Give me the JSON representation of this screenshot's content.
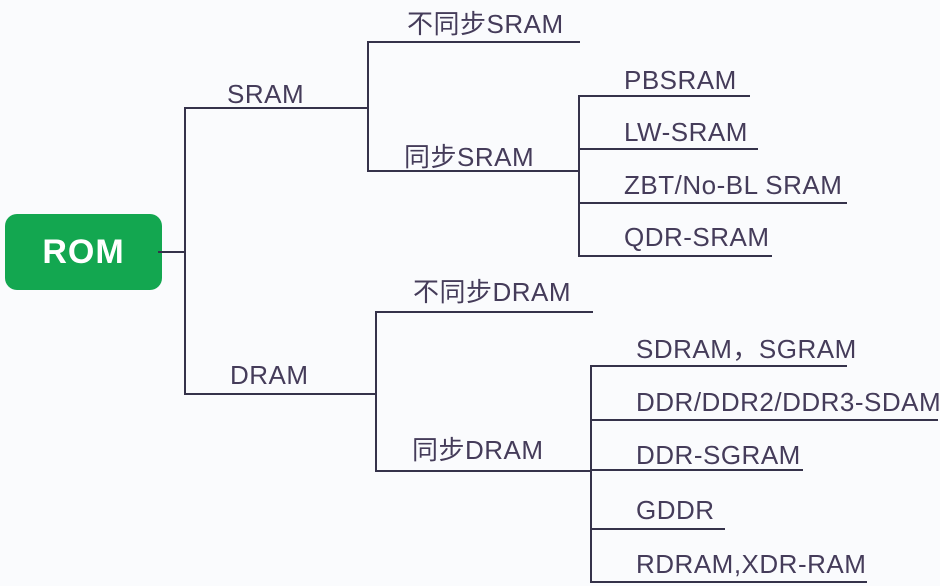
{
  "colors": {
    "background": "#fafbfd",
    "line": "#35324a",
    "text": "#453c5a",
    "root_bg": "#13a750",
    "root_text": "#ffffff"
  },
  "tree": {
    "label": "ROM",
    "children": [
      {
        "label": "SRAM",
        "children": [
          {
            "label": "不同步SRAM",
            "children": []
          },
          {
            "label": "同步SRAM",
            "children": [
              {
                "label": "PBSRAM"
              },
              {
                "label": "LW-SRAM"
              },
              {
                "label": "ZBT/No-BL SRAM"
              },
              {
                "label": "QDR-SRAM"
              }
            ]
          }
        ]
      },
      {
        "label": "DRAM",
        "children": [
          {
            "label": "不同步DRAM",
            "children": []
          },
          {
            "label": "同步DRAM",
            "children": [
              {
                "label": "SDRAM，SGRAM"
              },
              {
                "label": "DDR/DDR2/DDR3-SDAM"
              },
              {
                "label": "DDR-SGRAM"
              },
              {
                "label": "GDDR"
              },
              {
                "label": "RDRAM,XDR-RAM"
              }
            ]
          }
        ]
      }
    ]
  }
}
